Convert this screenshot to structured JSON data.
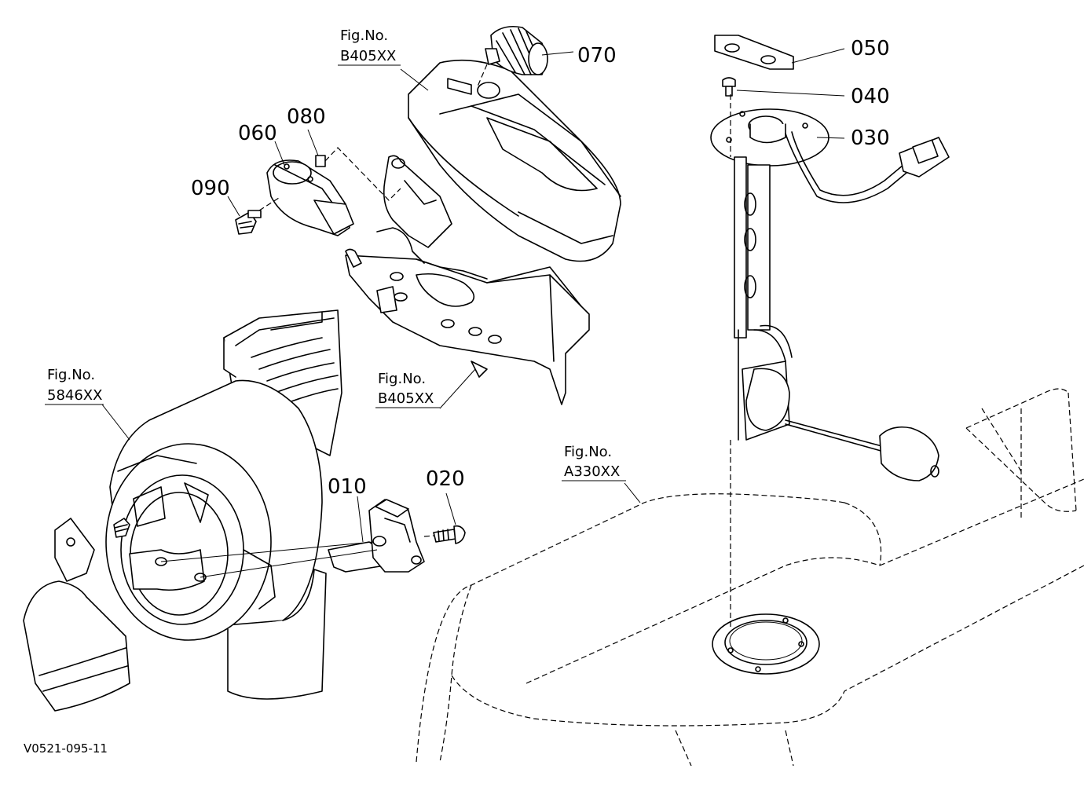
{
  "parts": {
    "p010": "010",
    "p020": "020",
    "p030": "030",
    "p040": "040",
    "p050": "050",
    "p060": "060",
    "p070": "070",
    "p080": "080",
    "p090": "090"
  },
  "figrefs": {
    "fig_b405_top": {
      "line1": "Fig.No.",
      "line2": "B405XX"
    },
    "fig_b405_bottom": {
      "line1": "Fig.No.",
      "line2": "B405XX"
    },
    "fig_5846": {
      "line1": "Fig.No.",
      "line2": "5846XX"
    },
    "fig_a330": {
      "line1": "Fig.No.",
      "line2": "A330XX"
    }
  },
  "drawing_code": "V0521-095-11"
}
